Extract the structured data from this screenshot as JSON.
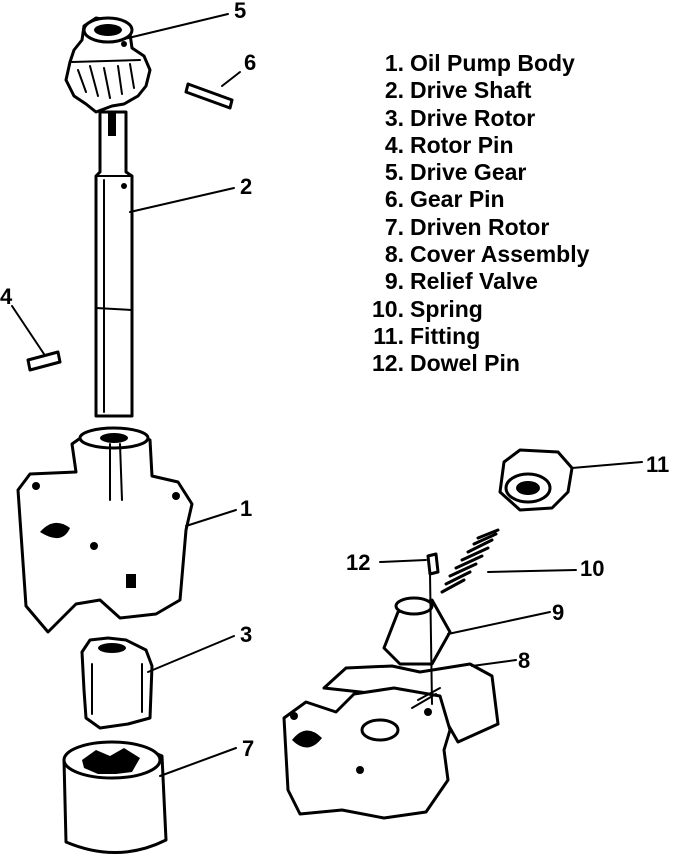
{
  "legend": [
    {
      "num": "1.",
      "name": "Oil Pump Body"
    },
    {
      "num": "2.",
      "name": "Drive Shaft"
    },
    {
      "num": "3.",
      "name": "Drive Rotor"
    },
    {
      "num": "4.",
      "name": "Rotor Pin"
    },
    {
      "num": "5.",
      "name": "Drive Gear"
    },
    {
      "num": "6.",
      "name": "Gear Pin"
    },
    {
      "num": "7.",
      "name": "Driven Rotor"
    },
    {
      "num": "8.",
      "name": "Cover Assembly"
    },
    {
      "num": "9.",
      "name": "Relief Valve"
    },
    {
      "num": "10.",
      "name": "Spring"
    },
    {
      "num": "11.",
      "name": "Fitting"
    },
    {
      "num": "12.",
      "name": "Dowel Pin"
    }
  ],
  "callouts": {
    "c1": "1",
    "c2": "2",
    "c3": "3",
    "c4": "4",
    "c5": "5",
    "c6": "6",
    "c7": "7",
    "c8": "8",
    "c9": "9",
    "c10": "10",
    "c11": "11",
    "c12": "12"
  }
}
